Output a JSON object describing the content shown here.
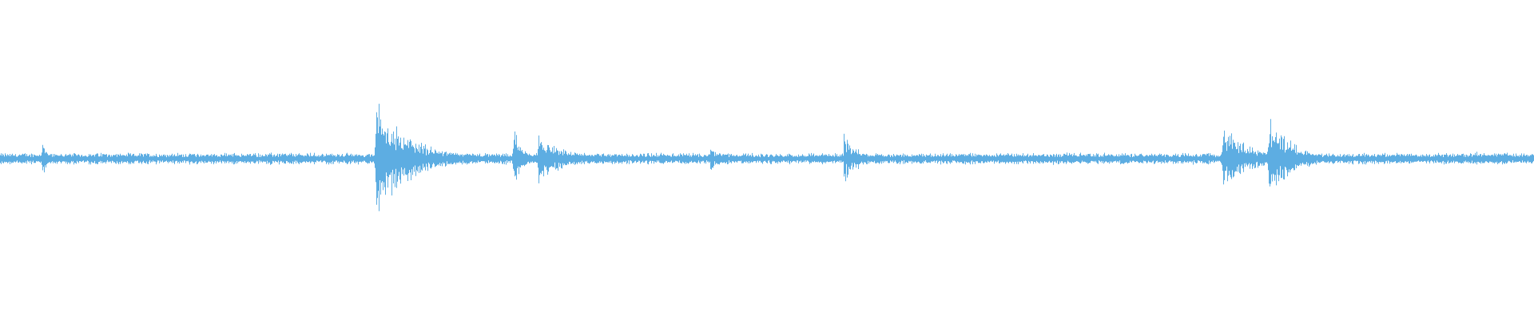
{
  "waveform": {
    "color": "#5dade2",
    "background": "#ffffff",
    "baseline_amplitude": 0.03,
    "peaks": [
      {
        "position": 0.027,
        "amplitude": 0.14,
        "decay": 0.004
      },
      {
        "position": 0.245,
        "amplitude": 0.42,
        "decay": 0.022
      },
      {
        "position": 0.335,
        "amplitude": 0.2,
        "decay": 0.006
      },
      {
        "position": 0.351,
        "amplitude": 0.17,
        "decay": 0.018
      },
      {
        "position": 0.43,
        "amplitude": 0.06,
        "decay": 0.006
      },
      {
        "position": 0.463,
        "amplitude": 0.1,
        "decay": 0.005
      },
      {
        "position": 0.55,
        "amplitude": 0.18,
        "decay": 0.01
      },
      {
        "position": 0.797,
        "amplitude": 0.22,
        "decay": 0.02
      },
      {
        "position": 0.827,
        "amplitude": 0.3,
        "decay": 0.016
      },
      {
        "position": 0.96,
        "amplitude": 0.05,
        "decay": 0.05
      }
    ]
  }
}
